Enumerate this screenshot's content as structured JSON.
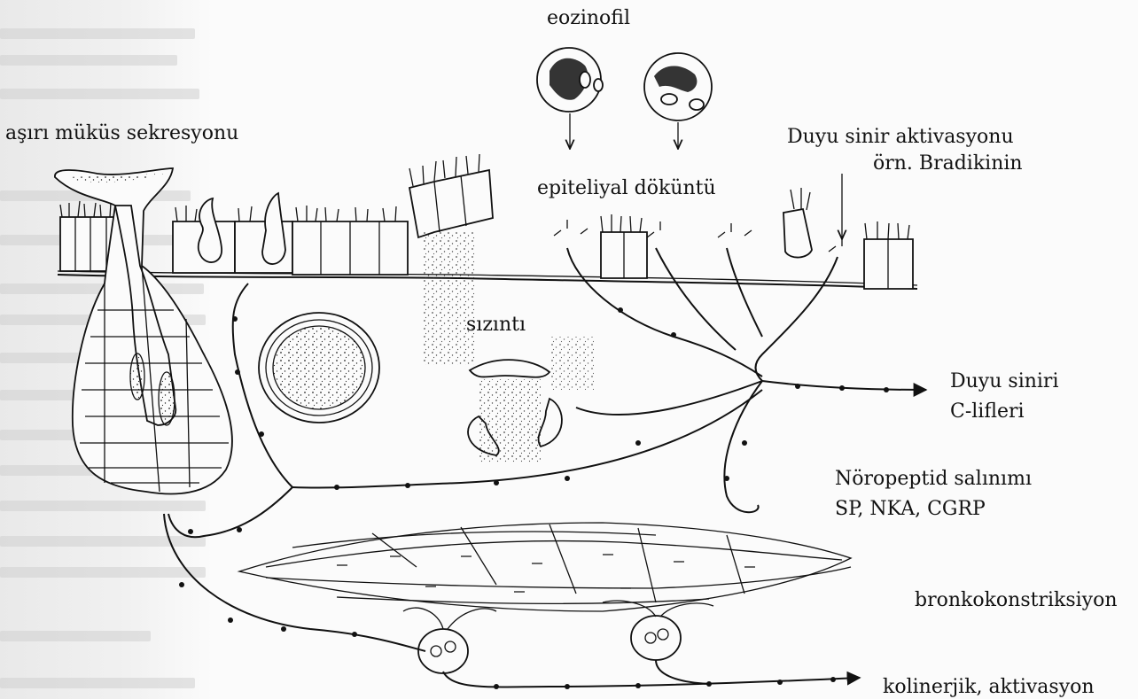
{
  "labels": {
    "eosinophil": "eozinofil",
    "mucus": "aşırı müküs sekresyonu",
    "sensory_activation": "Duyu sinir aktivasyonu",
    "bradykinin": "örn. Bradikinin",
    "epithelial_shedding": "epiteliyal döküntü",
    "leakage": "sızıntı",
    "sensory_nerve": "Duyu siniri",
    "c_fibers": "C-lifleri",
    "neuropeptide_release": "Nöropeptid salınımı",
    "neuropeptides": "SP, NKA, CGRP",
    "bronchoconstriction": "bronkokonstriksiyon",
    "cholinergic": "kolinerjik, aktivasyon"
  },
  "colors": {
    "ink": "#111111",
    "paper": "#fbfbfb",
    "bleed": "#e9e9e9"
  }
}
